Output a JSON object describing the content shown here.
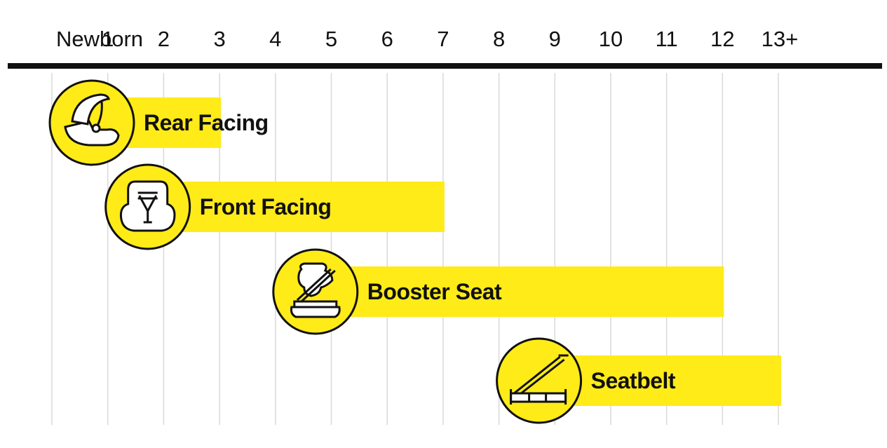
{
  "chart_data": {
    "type": "bar",
    "orientation": "horizontal-timeline",
    "x_axis": {
      "categories": [
        "Newborn",
        "1",
        "2",
        "3",
        "4",
        "5",
        "6",
        "7",
        "8",
        "9",
        "10",
        "11",
        "12",
        "13+"
      ]
    },
    "series": [
      {
        "name": "Rear Facing",
        "start": 0,
        "end": 3,
        "icon": "infant-carrier-icon"
      },
      {
        "name": "Front Facing",
        "start": 1,
        "end": 7,
        "icon": "harness-seat-icon"
      },
      {
        "name": "Booster Seat",
        "start": 4,
        "end": 12,
        "icon": "booster-seat-icon"
      },
      {
        "name": "Seatbelt",
        "start": 8,
        "end": 13,
        "icon": "seatbelt-icon"
      }
    ],
    "grid": true,
    "colors": {
      "bar": "#FFEB18",
      "axis": "#111111",
      "grid": "#d9d9d9",
      "outline": "#111111"
    }
  }
}
